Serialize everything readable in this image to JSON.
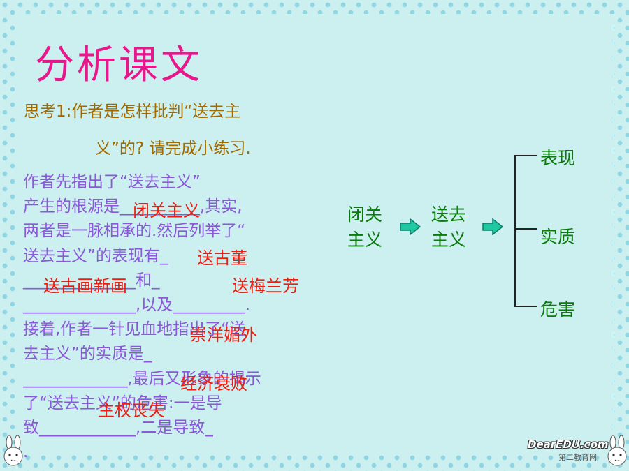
{
  "slide": {
    "title": "分析课文",
    "question_line1": "思考1:作者是怎样批判“送去主",
    "question_line2": "义”的? 请完成小练习.",
    "paragraph_lines": [
      "      作者先指出了“送去主义”",
      "产生的根源是__________,其实,",
      "两者是一脉相承的.然后列举了“",
      "送去主义”的表现有_",
      "______________和_",
      "______________,以及_________.",
      "接着,作者一针见血地指出了“送",
      "去主义”的实质是_",
      "_____________,最后又形象的揭示",
      "了“送去主义”的危害:一是导",
      "致____________,二是导致_",
      "."
    ],
    "answers": {
      "root": "闭关主义",
      "show1": "送古董",
      "show2": "送古画新画",
      "show3": "送梅兰芳",
      "essence": "崇洋媚外",
      "harm1": "经济衰败",
      "harm2": "主权丧失"
    }
  },
  "diagram": {
    "node1": "闭关\n主义",
    "node2": "送去\n主义",
    "branches": [
      "表现",
      "实质",
      "危害"
    ],
    "colors": {
      "node_text": "#0a7a0a",
      "arrow_fill": "#1ec8a0",
      "arrow_stroke": "#0e7a6a"
    }
  },
  "watermark": {
    "brand": "DearEDU.com",
    "sub": "第二教育网"
  },
  "colors": {
    "title": "#e8178c",
    "question": "#a06a00",
    "paragraph": "#8a58d8",
    "answer": "#f01c10",
    "background": "#ccefef"
  }
}
